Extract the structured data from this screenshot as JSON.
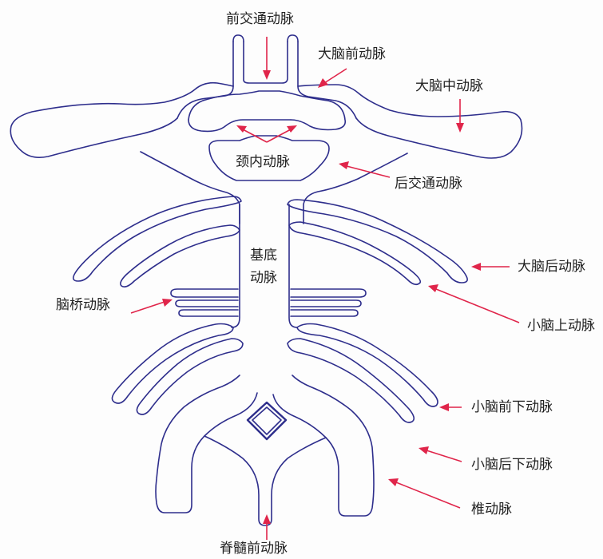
{
  "labels": {
    "anterior_communicating": "前交通动脉",
    "anterior_cerebral": "大脑前动脉",
    "middle_cerebral": "大脑中动脉",
    "internal_carotid": "颈内动脉",
    "posterior_communicating": "后交通动脉",
    "basilar_1": "基底",
    "basilar_2": "动脉",
    "posterior_cerebral": "大脑后动脉",
    "superior_cerebellar": "小脑上动脉",
    "pontine": "脑桥动脉",
    "anterior_inferior_cerebellar": "小脑前下动脉",
    "posterior_inferior_cerebellar": "小脑后下动脉",
    "vertebral": "椎动脉",
    "anterior_spinal": "脊髓前动脉"
  },
  "colors": {
    "vessel_outline": "#2e2e8c",
    "pointer_arrow": "#e0254a"
  }
}
